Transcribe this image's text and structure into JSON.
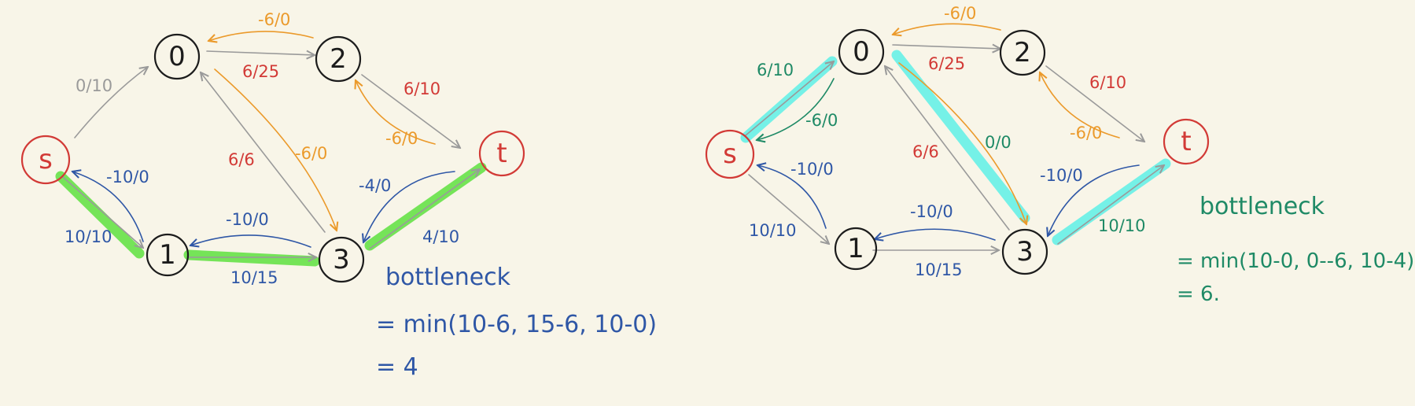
{
  "colors": {
    "black": "#1c1c1c",
    "red": "#d23a36",
    "gray": "#9a9a9a",
    "orange": "#eb9a2b",
    "blue": "#2f57a6",
    "green_text": "#1f8a66",
    "green_highlight": "#5ee03e",
    "cyan_highlight": "#5ef0e6"
  },
  "graphs": [
    {
      "nodes": [
        {
          "id": "s",
          "label": "s",
          "color": "red"
        },
        {
          "id": "0",
          "label": "0",
          "color": "black"
        },
        {
          "id": "2",
          "label": "2",
          "color": "black"
        },
        {
          "id": "t",
          "label": "t",
          "color": "red"
        },
        {
          "id": "1",
          "label": "1",
          "color": "black"
        },
        {
          "id": "3",
          "label": "3",
          "color": "black"
        }
      ],
      "edges": [
        {
          "id": "s0",
          "from": "s",
          "to": "0",
          "color": "gray"
        },
        {
          "id": "02",
          "from": "0",
          "to": "2",
          "color": "gray"
        },
        {
          "id": "20r",
          "from": "2",
          "to": "0",
          "color": "orange"
        },
        {
          "id": "2t",
          "from": "2",
          "to": "t",
          "color": "gray"
        },
        {
          "id": "t2r",
          "from": "t",
          "to": "2",
          "color": "orange"
        },
        {
          "id": "30",
          "from": "3",
          "to": "0",
          "color": "gray"
        },
        {
          "id": "03r",
          "from": "0",
          "to": "3",
          "color": "orange"
        },
        {
          "id": "s1",
          "from": "s",
          "to": "1",
          "color": "gray"
        },
        {
          "id": "1sr",
          "from": "1",
          "to": "s",
          "color": "blue"
        },
        {
          "id": "13",
          "from": "1",
          "to": "3",
          "color": "gray"
        },
        {
          "id": "31r",
          "from": "3",
          "to": "1",
          "color": "blue"
        },
        {
          "id": "3t",
          "from": "3",
          "to": "t",
          "color": "gray"
        },
        {
          "id": "t3r",
          "from": "t",
          "to": "3",
          "color": "blue"
        }
      ],
      "highlight": {
        "color": "green_highlight",
        "path": [
          "s-1",
          "1-3",
          "3-t"
        ]
      },
      "edge_labels": [
        {
          "text": "-6/0",
          "color": "orange"
        },
        {
          "text": "0/10",
          "color": "gray"
        },
        {
          "text": "6/25",
          "flow_color": "red"
        },
        {
          "text": "6/10",
          "flow_color": "red"
        },
        {
          "text": "-6/0",
          "color": "orange"
        },
        {
          "text": "6/6",
          "flow_color": "red"
        },
        {
          "text": "-6/0",
          "color": "orange"
        },
        {
          "text": "-10/0",
          "flow_color": "blue"
        },
        {
          "text": "10/10",
          "flow_color": "blue"
        },
        {
          "text": "-10/0",
          "flow_color": "blue"
        },
        {
          "text": "10/15",
          "flow_color": "blue"
        },
        {
          "text": "-4/0",
          "flow_color": "blue"
        },
        {
          "text": "4/10",
          "flow_color": "blue"
        }
      ],
      "note": {
        "color": "blue",
        "title": "bottleneck",
        "line1": "= min(10-6, 15-6, 10-0)",
        "line2": "= 4"
      }
    },
    {
      "nodes": [
        {
          "id": "s",
          "label": "s",
          "color": "red"
        },
        {
          "id": "0",
          "label": "0",
          "color": "black"
        },
        {
          "id": "2",
          "label": "2",
          "color": "black"
        },
        {
          "id": "t",
          "label": "t",
          "color": "red"
        },
        {
          "id": "1",
          "label": "1",
          "color": "black"
        },
        {
          "id": "3",
          "label": "3",
          "color": "black"
        }
      ],
      "edges": [
        {
          "id": "s0",
          "from": "s",
          "to": "0",
          "color": "gray"
        },
        {
          "id": "0sr",
          "from": "0",
          "to": "s",
          "color": "green_text"
        },
        {
          "id": "02",
          "from": "0",
          "to": "2",
          "color": "gray"
        },
        {
          "id": "20r",
          "from": "2",
          "to": "0",
          "color": "orange"
        },
        {
          "id": "2t",
          "from": "2",
          "to": "t",
          "color": "gray"
        },
        {
          "id": "t2r",
          "from": "t",
          "to": "2",
          "color": "orange"
        },
        {
          "id": "30",
          "from": "3",
          "to": "0",
          "color": "gray"
        },
        {
          "id": "03r",
          "from": "0",
          "to": "3",
          "color": "orange"
        },
        {
          "id": "s1",
          "from": "s",
          "to": "1",
          "color": "gray"
        },
        {
          "id": "1sr",
          "from": "1",
          "to": "s",
          "color": "blue"
        },
        {
          "id": "13",
          "from": "1",
          "to": "3",
          "color": "gray"
        },
        {
          "id": "31r",
          "from": "3",
          "to": "1",
          "color": "blue"
        },
        {
          "id": "3t",
          "from": "3",
          "to": "t",
          "color": "gray"
        },
        {
          "id": "t3r",
          "from": "t",
          "to": "3",
          "color": "blue"
        }
      ],
      "highlight": {
        "color": "cyan_highlight",
        "path": [
          "s-0",
          "0-3",
          "3-t"
        ]
      },
      "edge_labels": [
        {
          "text": "-6/0",
          "color": "orange"
        },
        {
          "text": "6/10",
          "flow_color": "green_text"
        },
        {
          "text": "-6/0",
          "color": "green_text"
        },
        {
          "text": "6/25",
          "flow_color": "red"
        },
        {
          "text": "6/10",
          "flow_color": "red"
        },
        {
          "text": "-6/0",
          "color": "orange"
        },
        {
          "text": "6/6",
          "flow_color": "red"
        },
        {
          "text": "0/0",
          "color": "green_text"
        },
        {
          "text": "-10/0",
          "flow_color": "blue"
        },
        {
          "text": "10/10",
          "flow_color": "blue"
        },
        {
          "text": "-10/0",
          "flow_color": "blue"
        },
        {
          "text": "10/15",
          "flow_color": "blue"
        },
        {
          "text": "-10/0",
          "flow_color": "blue"
        },
        {
          "text": "10/10",
          "flow_color": "green_text"
        }
      ],
      "note": {
        "color": "green_text",
        "title": "bottleneck",
        "line1": "= min(10-0, 0--6, 10-4)",
        "line2": "= 6."
      }
    }
  ]
}
